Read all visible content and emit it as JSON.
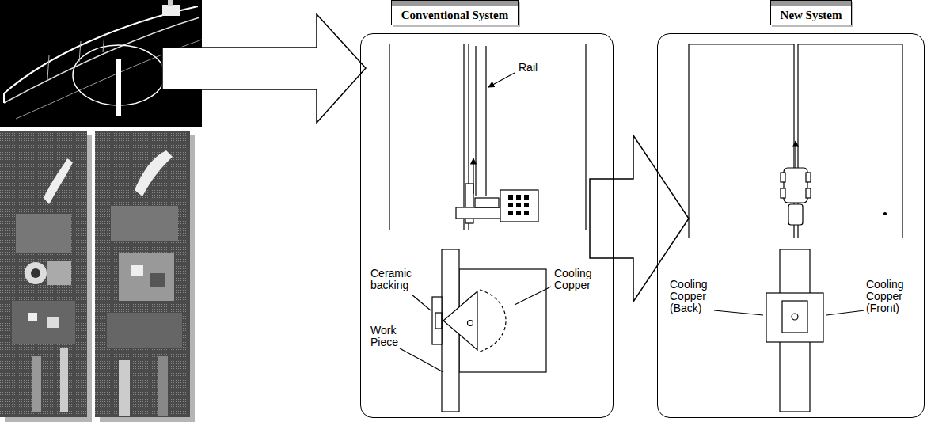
{
  "diagram": {
    "nodes": [
      {
        "text": [
          "Conventional System"
        ]
      },
      {
        "text": [
          "New System"
        ]
      }
    ],
    "edges": [
      {
        "from": 0,
        "to": 1,
        "arrow": "to"
      }
    ],
    "labels": [
      "Rail",
      "Ceramic backing",
      "Work Piece",
      "Cooling Copper",
      "Cooling Copper (Back)",
      "Cooling Copper (Front)"
    ]
  }
}
